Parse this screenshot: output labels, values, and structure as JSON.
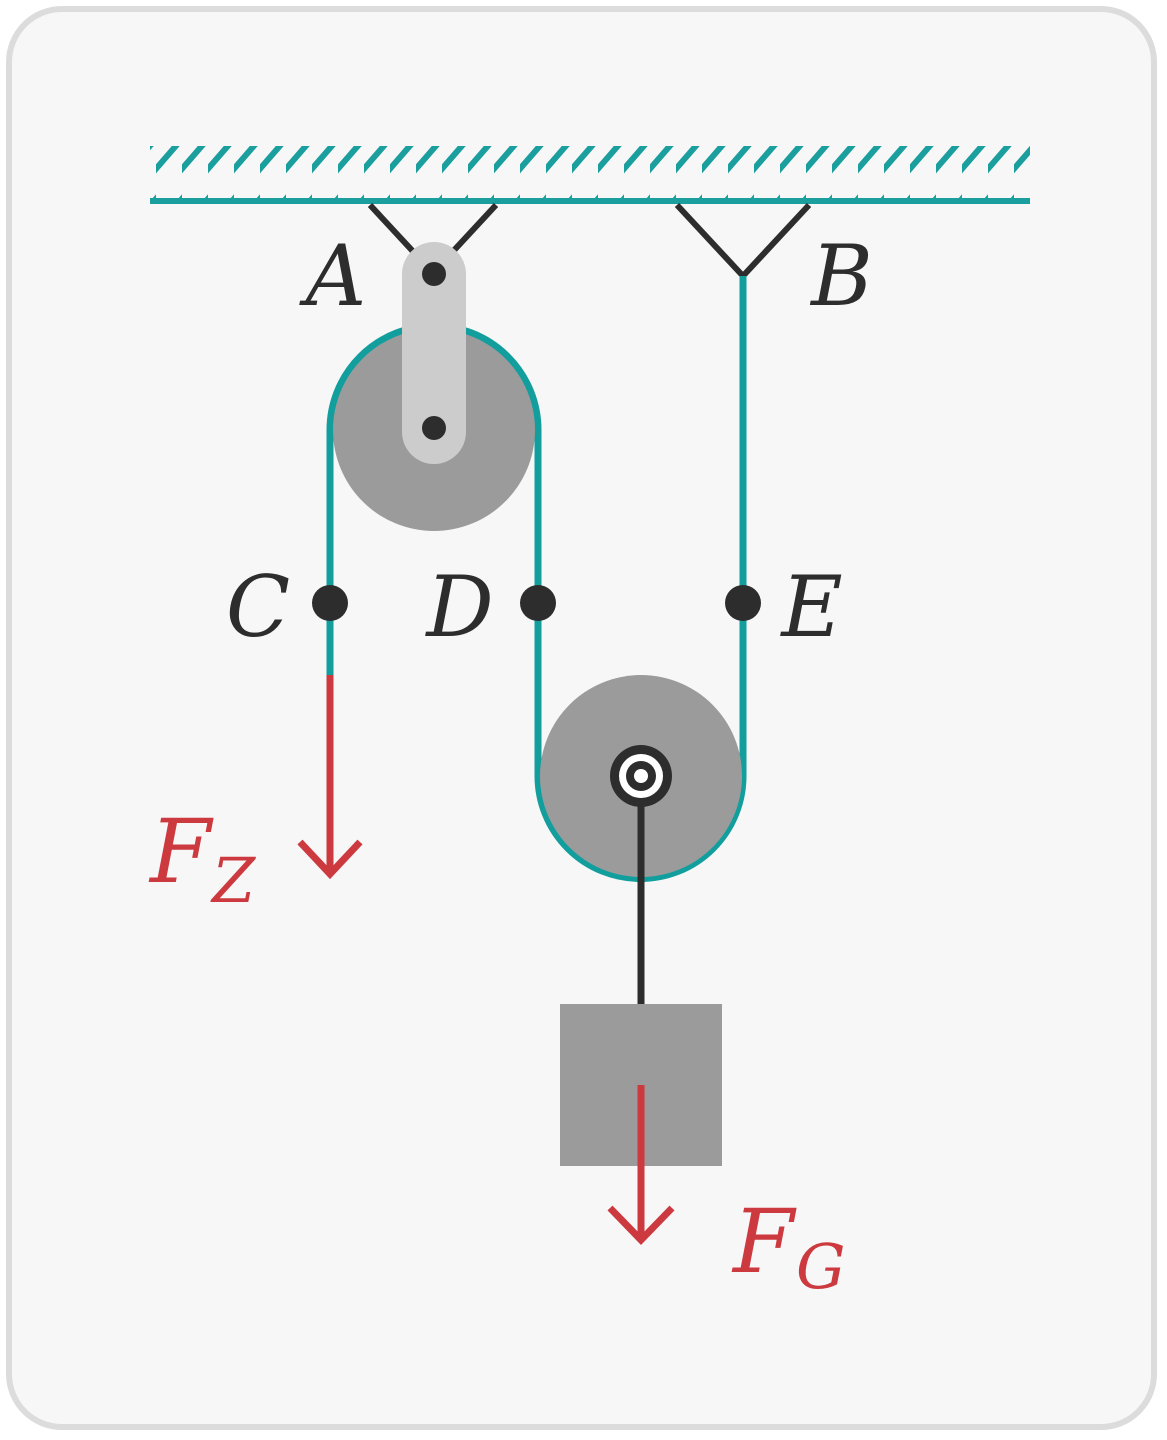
{
  "colors": {
    "ceiling": "#1a9e9e",
    "rope": "#139e9e",
    "pulley_fill": "#9b9b9b",
    "bracket": "#cccccc",
    "dark": "#2d2d2d",
    "force": "#cc3a3f",
    "card_background": "#f7f7f7",
    "card_border": "#dcdcdc"
  },
  "labels": {
    "a": "A",
    "b": "B",
    "c": "C",
    "d": "D",
    "e": "E",
    "force_pull_main": "F",
    "force_pull_sub": "Z",
    "force_weight_main": "F",
    "force_weight_sub": "G"
  }
}
